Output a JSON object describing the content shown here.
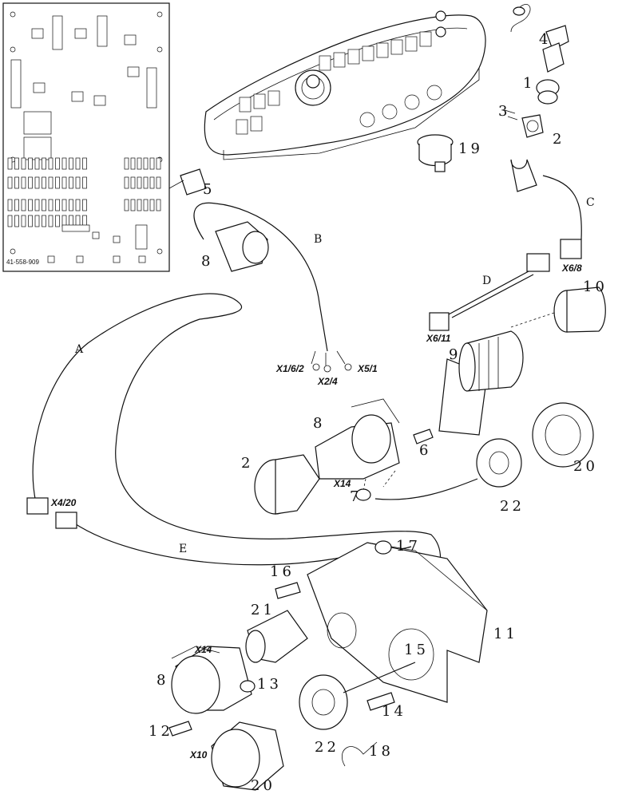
{
  "figure": {
    "reference_code": "41-558-909",
    "part_labels": [
      "1",
      "2",
      "3",
      "4",
      "5",
      "6",
      "7",
      "8",
      "9",
      "10",
      "11",
      "12",
      "13",
      "14",
      "15",
      "16",
      "17",
      "18",
      "19",
      "20",
      "21",
      "22"
    ],
    "connector_labels": {
      "x1_6_2": "X1/6/2",
      "x2_4": "X2/4",
      "x5_1": "X5/1",
      "x6_8": "X6/8",
      "x6_11": "X6/11",
      "x4_20": "X4/20",
      "x14_upper": "X14",
      "x14_lower": "X14",
      "x10": "X10"
    },
    "cable_labels": {
      "a": "A",
      "b": "B",
      "c": "C",
      "d": "D",
      "e": "E"
    },
    "colors": {
      "line": "#111111",
      "background": "#ffffff"
    }
  }
}
